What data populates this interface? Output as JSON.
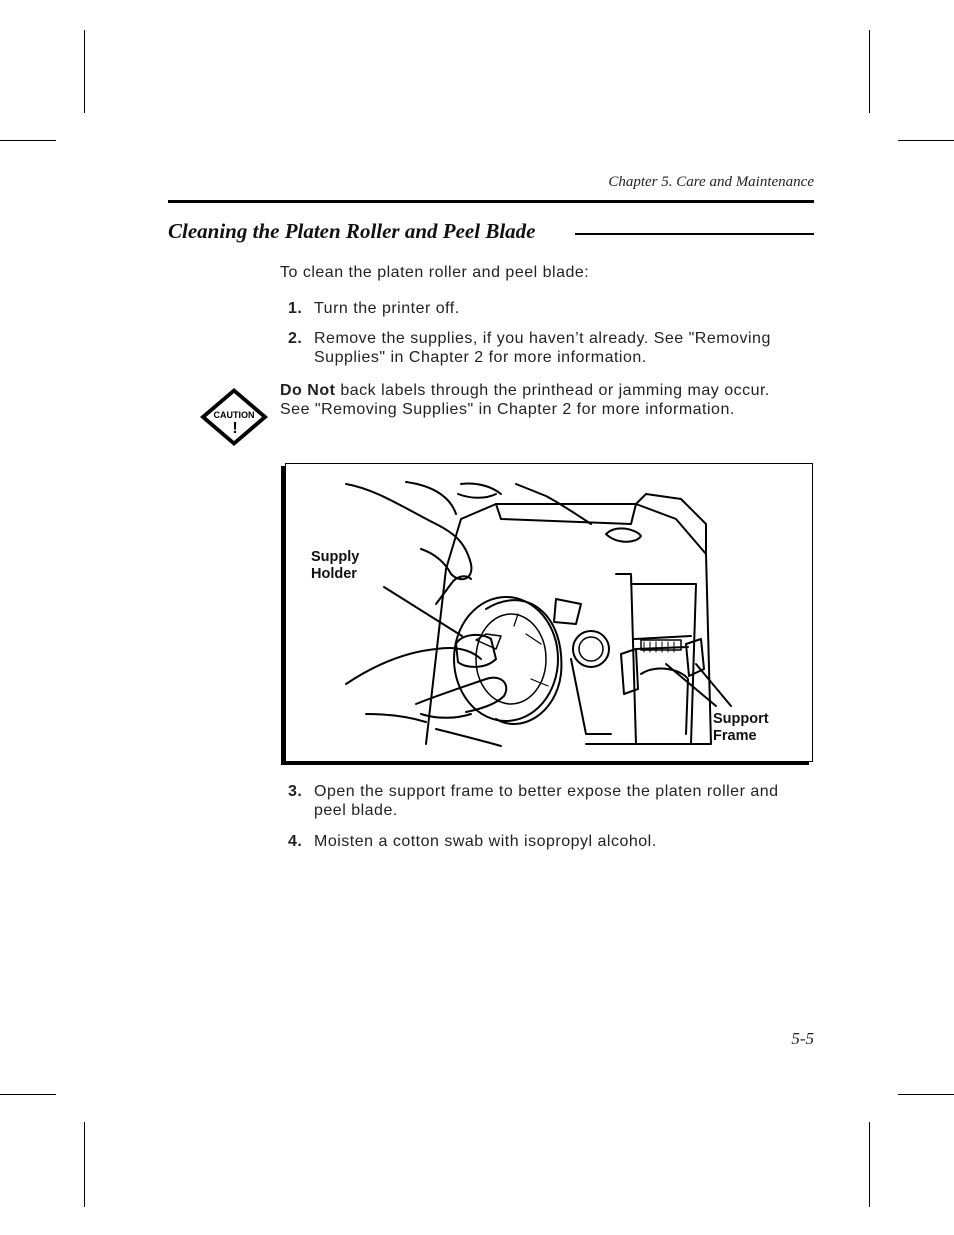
{
  "running_head": "Chapter 5.  Care and Maintenance",
  "section_title": "Cleaning the Platen Roller and Peel Blade",
  "intro": "To clean the platen roller and peel blade:",
  "steps": [
    {
      "num": "1.",
      "text": "Turn the printer off."
    },
    {
      "num": "2.",
      "text": "Remove the supplies, if you haven’t already.  See \"Removing Supplies\" in Chapter 2 for more information."
    },
    {
      "num": "3.",
      "text": "Open the support frame to better expose the platen roller and peel blade."
    },
    {
      "num": "4.",
      "text": "Moisten a cotton swab with isopropyl alcohol."
    }
  ],
  "caution": {
    "icon_label": "CAUTION",
    "icon_mark": "!",
    "lead": "Do Not",
    "text": " back labels through the printhead or jamming may occur.  See \"Removing Supplies\" in Chapter 2 for more information."
  },
  "figure": {
    "label_supply_1": "Supply",
    "label_supply_2": "Holder",
    "label_support_1": "Support",
    "label_support_2": "Frame"
  },
  "page_number": "5-5"
}
